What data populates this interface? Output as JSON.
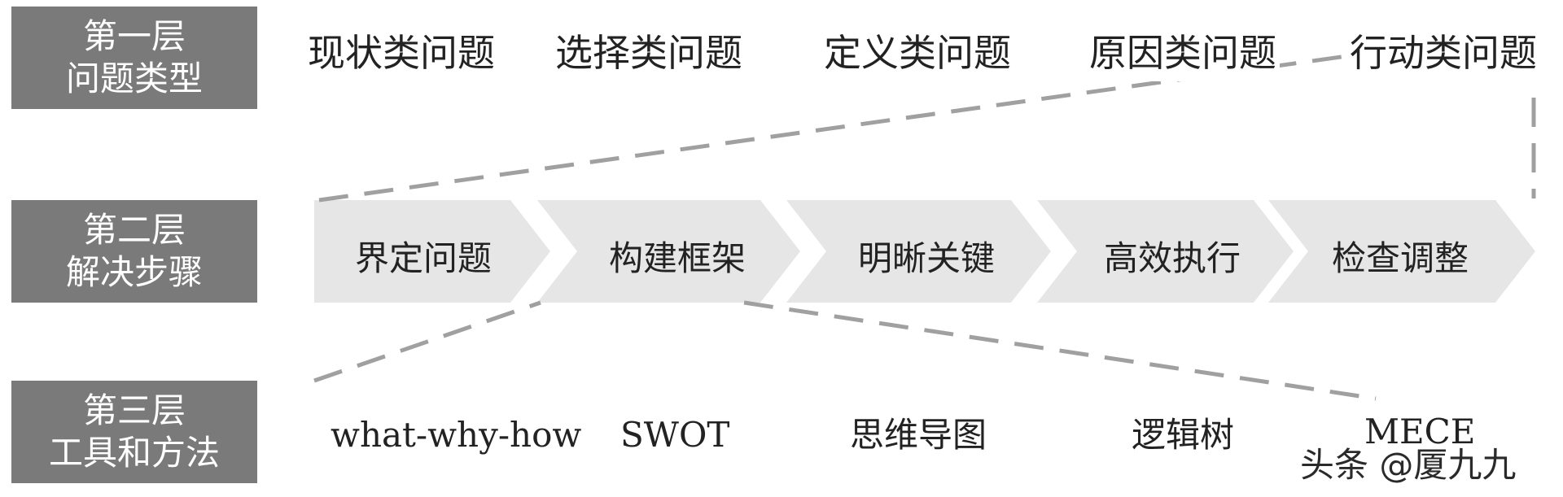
{
  "layers": [
    {
      "line1": "第一层",
      "line2": "问题类型"
    },
    {
      "line1": "第二层",
      "line2": "解决步骤"
    },
    {
      "line1": "第三层",
      "line2": "工具和方法"
    }
  ],
  "question_types": [
    "现状类问题",
    "选择类问题",
    "定义类问题",
    "原因类问题",
    "行动类问题"
  ],
  "steps": [
    "界定问题",
    "构建框架",
    "明晰关键",
    "高效执行",
    "检查调整"
  ],
  "tools": [
    "what-why-how",
    "SWOT",
    "思维导图",
    "逻辑树",
    "MECE"
  ],
  "watermark": "头条 @厦九九",
  "colors": {
    "layer_box": "#7a7a7a",
    "chevron": "#e6e6e6",
    "dash": "#a0a0a0",
    "text": "#222222"
  }
}
